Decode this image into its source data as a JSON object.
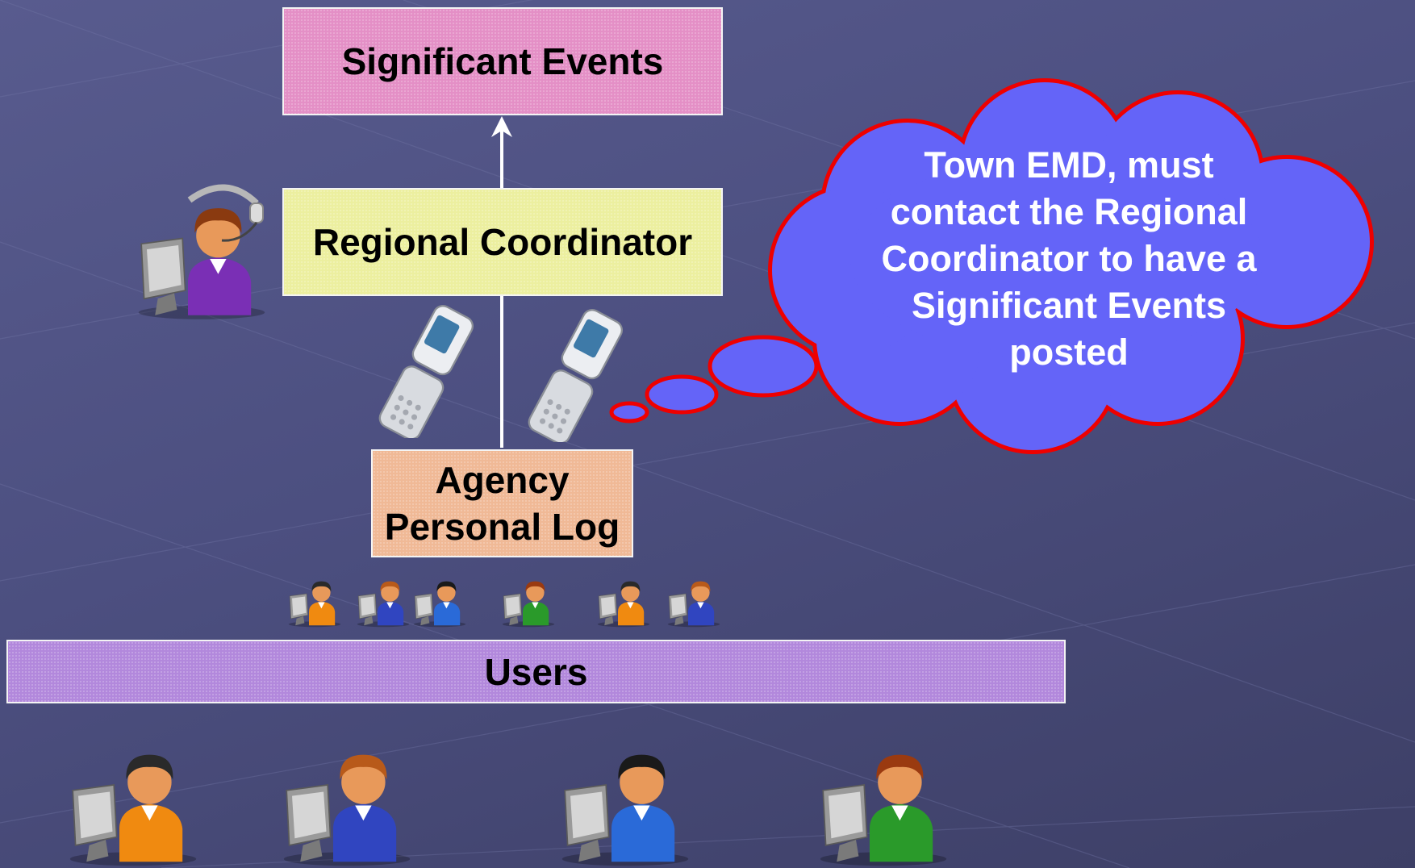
{
  "boxes": {
    "significant_events": "Significant Events",
    "regional_coordinator": "Regional Coordinator",
    "agency_line1": "Agency",
    "agency_line2": "Personal Log",
    "users": "Users"
  },
  "callout": {
    "lines": [
      "Town EMD, must",
      "contact  the Regional",
      "Coordinator to have a",
      "Significant Events",
      "posted"
    ]
  },
  "colors": {
    "background": "#4c4f80",
    "significant_events_box": "#e48fc6",
    "regional_coordinator_box": "#ecef9f",
    "agency_box": "#f0b996",
    "users_box": "#b288dc",
    "cloud_fill": "#6464f8",
    "cloud_outline": "#ee0000",
    "arrow": "#ffffff"
  },
  "icons": {
    "operator": "headset-operator-at-computer-icon",
    "phones": [
      "flip-phone-icon",
      "flip-phone-icon"
    ],
    "small_users": [
      "user-at-computer-icon",
      "user-at-computer-icon",
      "user-at-computer-icon",
      "user-at-computer-icon",
      "user-at-computer-icon",
      "user-at-computer-icon"
    ],
    "large_users": [
      "user-at-computer-icon",
      "user-at-computer-icon",
      "user-at-computer-icon",
      "user-at-computer-icon"
    ]
  }
}
